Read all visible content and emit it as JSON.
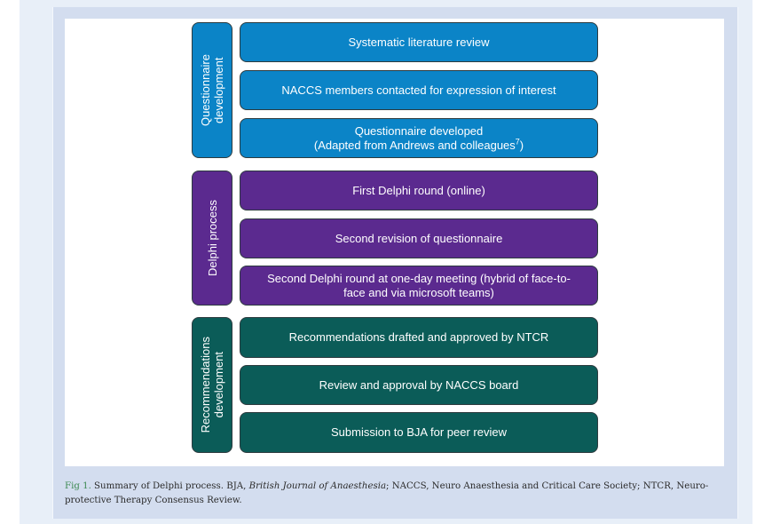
{
  "colors": {
    "questionnaire": "#0b84c7",
    "delphi": "#5b2a8f",
    "recommendations": "#0b5c58"
  },
  "groups": [
    {
      "label": "Questionnaire\ndevelopment",
      "steps": [
        {
          "text": "Systematic literature review"
        },
        {
          "text": "NACCS members contacted for expression of interest"
        },
        {
          "text": "Questionnaire developed\n(Adapted from Andrews and colleagues",
          "superscript": "7",
          "suffix": ")"
        }
      ]
    },
    {
      "label": "Delphi process",
      "steps": [
        {
          "text": "First Delphi round (online)"
        },
        {
          "text": "Second revision of questionnaire"
        },
        {
          "text": "Second Delphi round at one-day meeting (hybrid of face-to-face and via microsoft teams)"
        }
      ]
    },
    {
      "label": "Recommendations\ndevelopment",
      "steps": [
        {
          "text": "Recommendations drafted and approved by NTCR"
        },
        {
          "text": "Review and approval by NACCS board"
        },
        {
          "text": "Submission to BJA for peer review"
        }
      ]
    }
  ],
  "caption": {
    "label": "Fig 1.",
    "text_1": " Summary of Delphi process. BJA, ",
    "italic": "British Journal of Anaesthesia",
    "text_2": "; NACCS, Neuro Anaesthesia and Critical Care Society; NTCR, Neuro-protective Therapy Consensus Review."
  }
}
